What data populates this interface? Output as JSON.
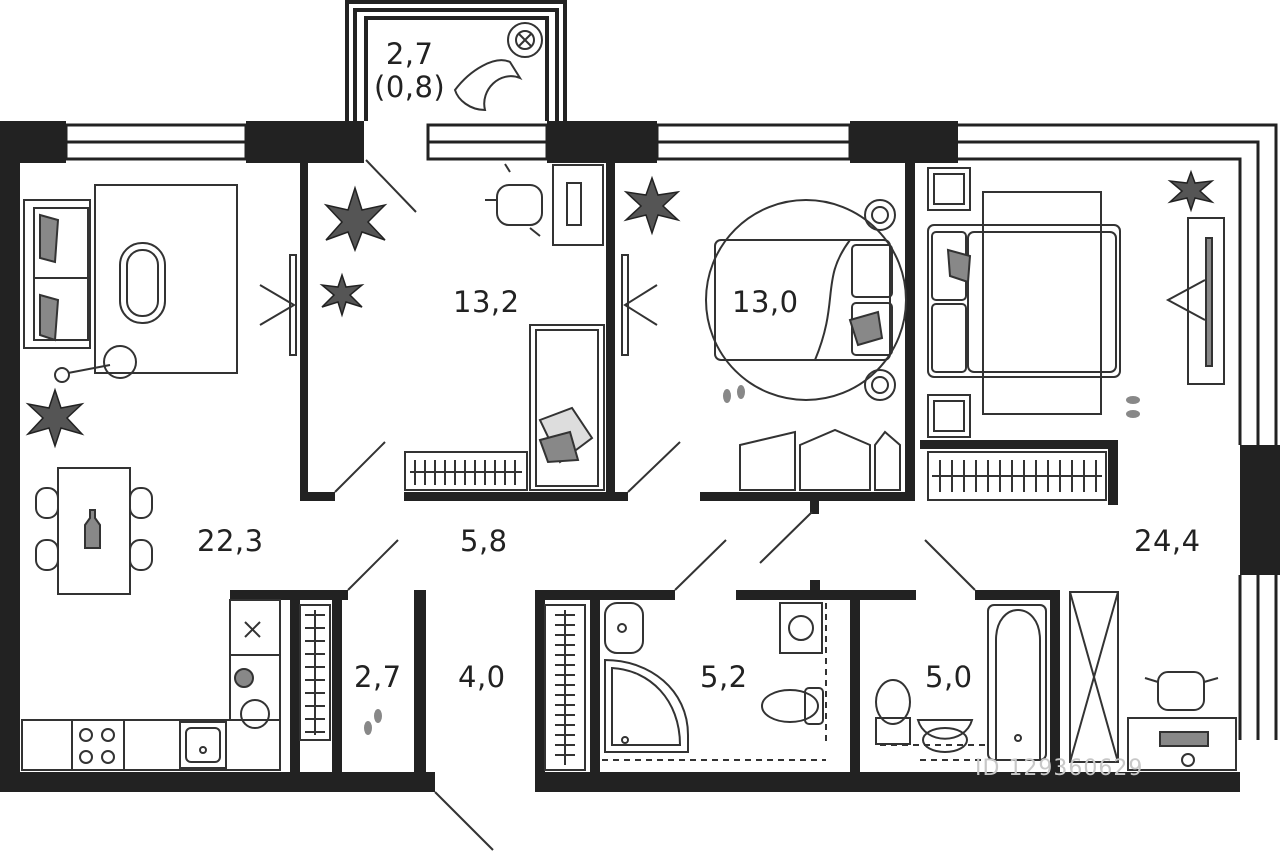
{
  "rooms": {
    "balcony": {
      "area": "2,7",
      "area_reduced": "(0,8)"
    },
    "bedroom_small": {
      "area": "13,2"
    },
    "bedroom_middle": {
      "area": "13,0"
    },
    "living_kitchen": {
      "area": "22,3"
    },
    "corridor": {
      "area": "5,8"
    },
    "master_bedroom": {
      "area": "24,4"
    },
    "wardrobe": {
      "area": "2,7"
    },
    "hallway": {
      "area": "4,0"
    },
    "bathroom_1": {
      "area": "5,2"
    },
    "bathroom_2": {
      "area": "5,0"
    }
  },
  "watermark": {
    "text": "ID 129360629"
  },
  "colors": {
    "wall": "#222222",
    "line": "#333333",
    "fill_gray": "#888888"
  },
  "icons": [
    "plant-icon",
    "footprints-icon",
    "chair-icon",
    "lamp-icon",
    "tv-icon"
  ]
}
